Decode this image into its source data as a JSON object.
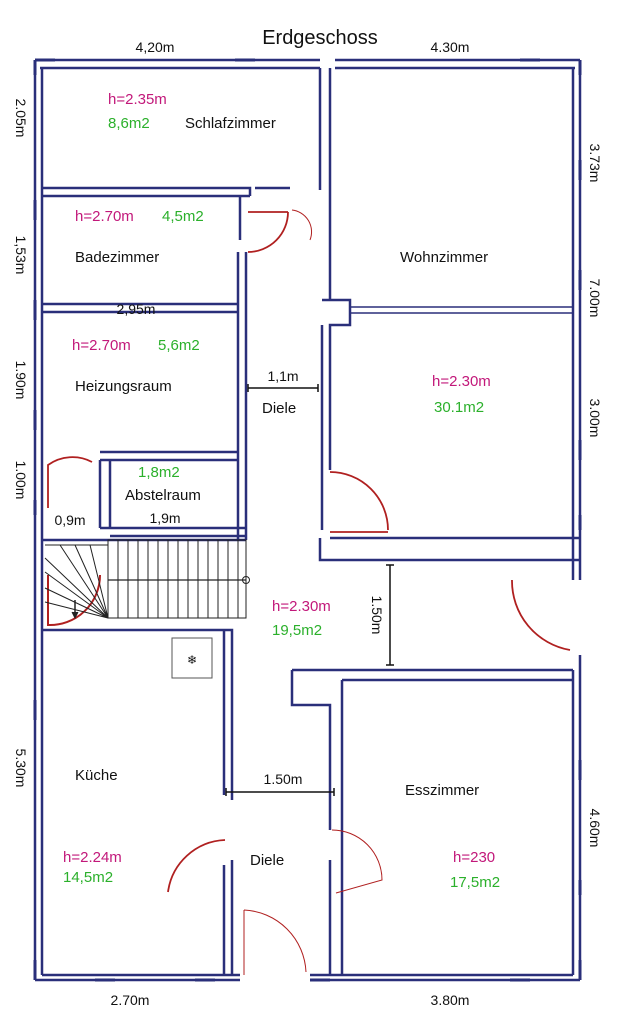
{
  "title": "Erdgeschoss",
  "colors": {
    "wall": "#2a2f7a",
    "door": "#b02020",
    "height": "#c2187a",
    "area": "#2bb02b",
    "text": "#111111"
  },
  "dimensions": {
    "top_left": "4,20m",
    "top_right": "4.30m",
    "bottom_left": "2.70m",
    "bottom_right": "3.80m",
    "left_1": "2.05m",
    "left_2": "1,53m",
    "left_3": "1.90m",
    "left_4": "1.00m",
    "left_5": "5.30m",
    "right_1": "3.73m",
    "right_2": "7.00m",
    "right_3": "3.00m",
    "right_4": "4.60m",
    "inner_295": "2,95m",
    "inner_09": "0,9m",
    "inner_19": "1,9m",
    "inner_11": "1,1m",
    "inner_150v": "1.50m",
    "inner_150h": "1.50m"
  },
  "rooms": {
    "schlafzimmer": {
      "name": "Schlafzimmer",
      "height": "h=2.35m",
      "area": "8,6m2"
    },
    "badezimmer": {
      "name": "Badezimmer",
      "height": "h=2.70m",
      "area": "4,5m2"
    },
    "heizungsraum": {
      "name": "Heizungsraum",
      "height": "h=2.70m",
      "area": "5,6m2"
    },
    "abstelraum": {
      "name": "Abstelraum",
      "area": "1,8m2"
    },
    "wohnzimmer": {
      "name": "Wohnzimmer",
      "height": "h=2.30m",
      "area": "30.1m2"
    },
    "diele_upper": {
      "name": "Diele"
    },
    "flur": {
      "height": "h=2.30m",
      "area": "19,5m2"
    },
    "kueche": {
      "name": "Küche",
      "height": "h=2.24m",
      "area": "14,5m2"
    },
    "diele_lower": {
      "name": "Diele"
    },
    "esszimmer": {
      "name": "Esszimmer",
      "height": "h=230",
      "area": "17,5m2"
    }
  },
  "icons": {
    "appliance": "snowflake-icon"
  }
}
